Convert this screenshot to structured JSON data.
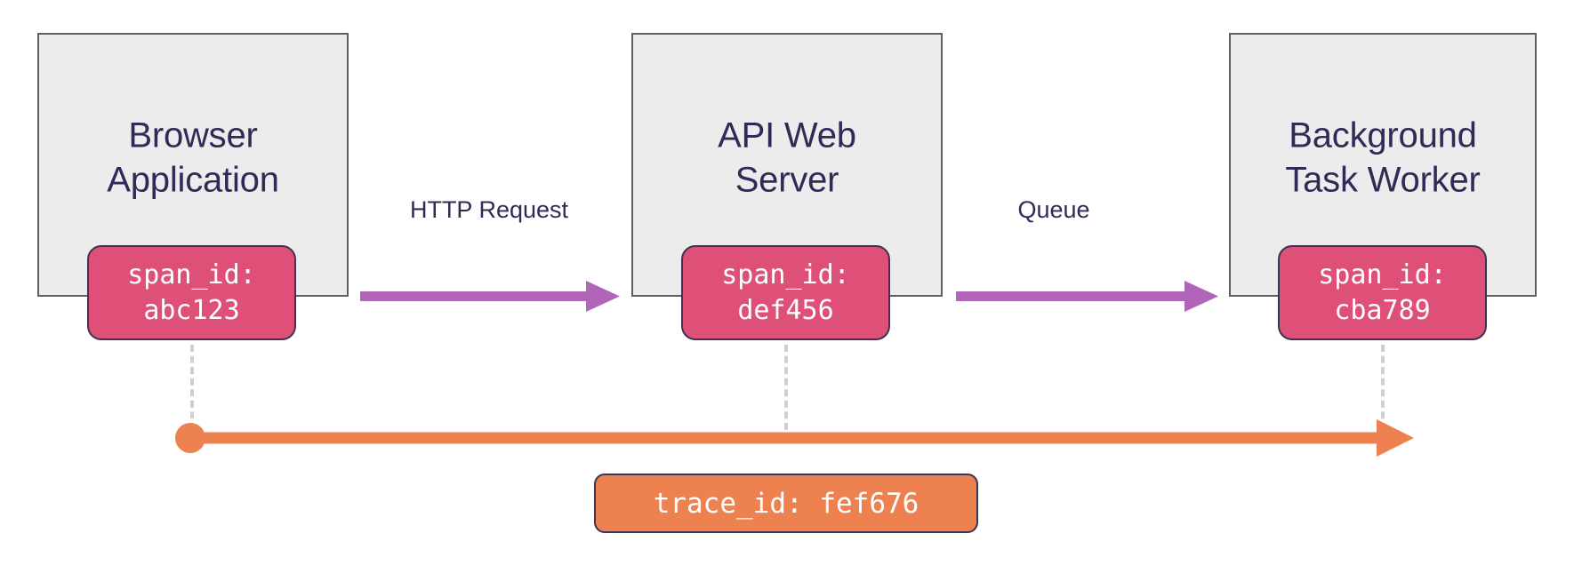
{
  "diagram": {
    "type": "distributed-trace-flow",
    "background_color": "#FFFFFF",
    "palette": {
      "box_fill": "#ECECEC",
      "box_stroke": "#5F5F5F",
      "title_text": "#2E2C57",
      "span_badge_fill": "#DE5078",
      "badge_stroke": "#3D3354",
      "badge_text": "#FFFFFF",
      "flow_arrow": "#B165B8",
      "trace_line": "#EE8150",
      "dropper_line": "#CFCFCF"
    }
  },
  "services": [
    {
      "id": "browser-application",
      "title": "Browser\nApplication",
      "span_label": "span_id:\nabc123",
      "span_id_key": "span_id:",
      "span_id_value": "abc123"
    },
    {
      "id": "api-web-server",
      "title": "API Web\nServer",
      "span_label": "span_id:\ndef456",
      "span_id_key": "span_id:",
      "span_id_value": "def456"
    },
    {
      "id": "background-task-worker",
      "title": "Background\nTask Worker",
      "span_label": "span_id:\ncba789",
      "span_id_key": "span_id:",
      "span_id_value": "cba789"
    }
  ],
  "flows": [
    {
      "id": "http-request",
      "label": "HTTP Request",
      "from": "browser-application",
      "to": "api-web-server",
      "color": "#B165B8"
    },
    {
      "id": "queue",
      "label": "Queue",
      "from": "api-web-server",
      "to": "background-task-worker",
      "color": "#B165B8"
    }
  ],
  "trace": {
    "id": "trace-timeline",
    "label": "trace_id: fef676",
    "trace_id_key": "trace_id:",
    "trace_id_value": "fef676",
    "color": "#EE8150",
    "start_marker": "circle",
    "end_marker": "arrowhead",
    "spans_covered": [
      "abc123",
      "def456",
      "cba789"
    ]
  }
}
